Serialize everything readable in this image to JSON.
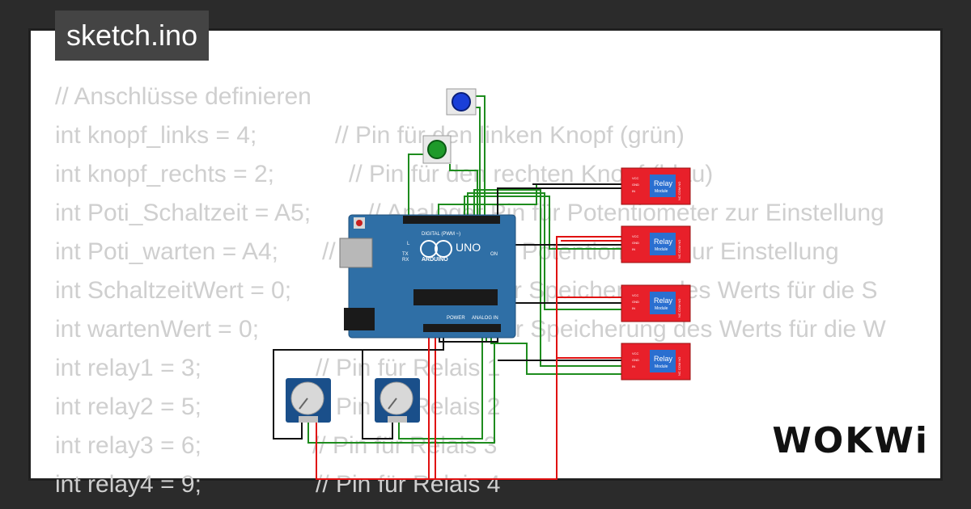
{
  "title_tag": "sketch.ino",
  "logo_text": "WOKWi",
  "code_lines": [
    {
      "code": "// Anschlüsse definieren",
      "comment": ""
    },
    {
      "code": "int knopf_links = 4;",
      "comment": "// Pin für den linken Knopf (grün)"
    },
    {
      "code": "int knopf_rechts = 2;",
      "comment": "// Pin für den rechten Knopf (blau)"
    },
    {
      "code": "int Poti_Schaltzeit = A5;",
      "comment": "// Analoger Pin für Potentiometer zur Einstellung"
    },
    {
      "code": "int Poti_warten = A4;",
      "comment": "// Analoger Pin für Potentiometer zur Einstellung"
    },
    {
      "code": "int SchaltzeitWert = 0;",
      "comment": "// Variable zur Speicherung des Werts für die S"
    },
    {
      "code": "int wartenWert = 0;",
      "comment": "// Variable zur Speicherung des Werts für die W"
    },
    {
      "code": "int relay1 = 3;",
      "comment": "// Pin für Relais 1"
    },
    {
      "code": "int relay2 = 5;",
      "comment": "// Pin für Relais 2"
    },
    {
      "code": "int relay3 = 6;",
      "comment": "// Pin für Relais 3"
    },
    {
      "code": "int relay4 = 9;",
      "comment": "// Pin für Relais 4"
    }
  ],
  "arduino": {
    "brand": "ARDUINO",
    "model": "UNO",
    "digital_label": "DIGITAL (PWM ~)",
    "power_label": "POWER",
    "analog_label": "ANALOG IN",
    "on_label": "ON",
    "tx_label": "TX",
    "rx_label": "RX",
    "l_label": "L"
  },
  "relay": {
    "title": "Relay",
    "subtitle": "Module",
    "pins": [
      "VCC",
      "GND",
      "IN"
    ],
    "outputs": "NC COM NO"
  },
  "colors": {
    "wire_green": "#1e8c1e",
    "wire_red": "#e01010",
    "wire_black": "#111111",
    "board": "#2f6fa6",
    "relay": "#e8202a",
    "pot_body": "#1a4f8a",
    "button_blue": "#1a3fd8",
    "button_green": "#1e9a2a"
  }
}
